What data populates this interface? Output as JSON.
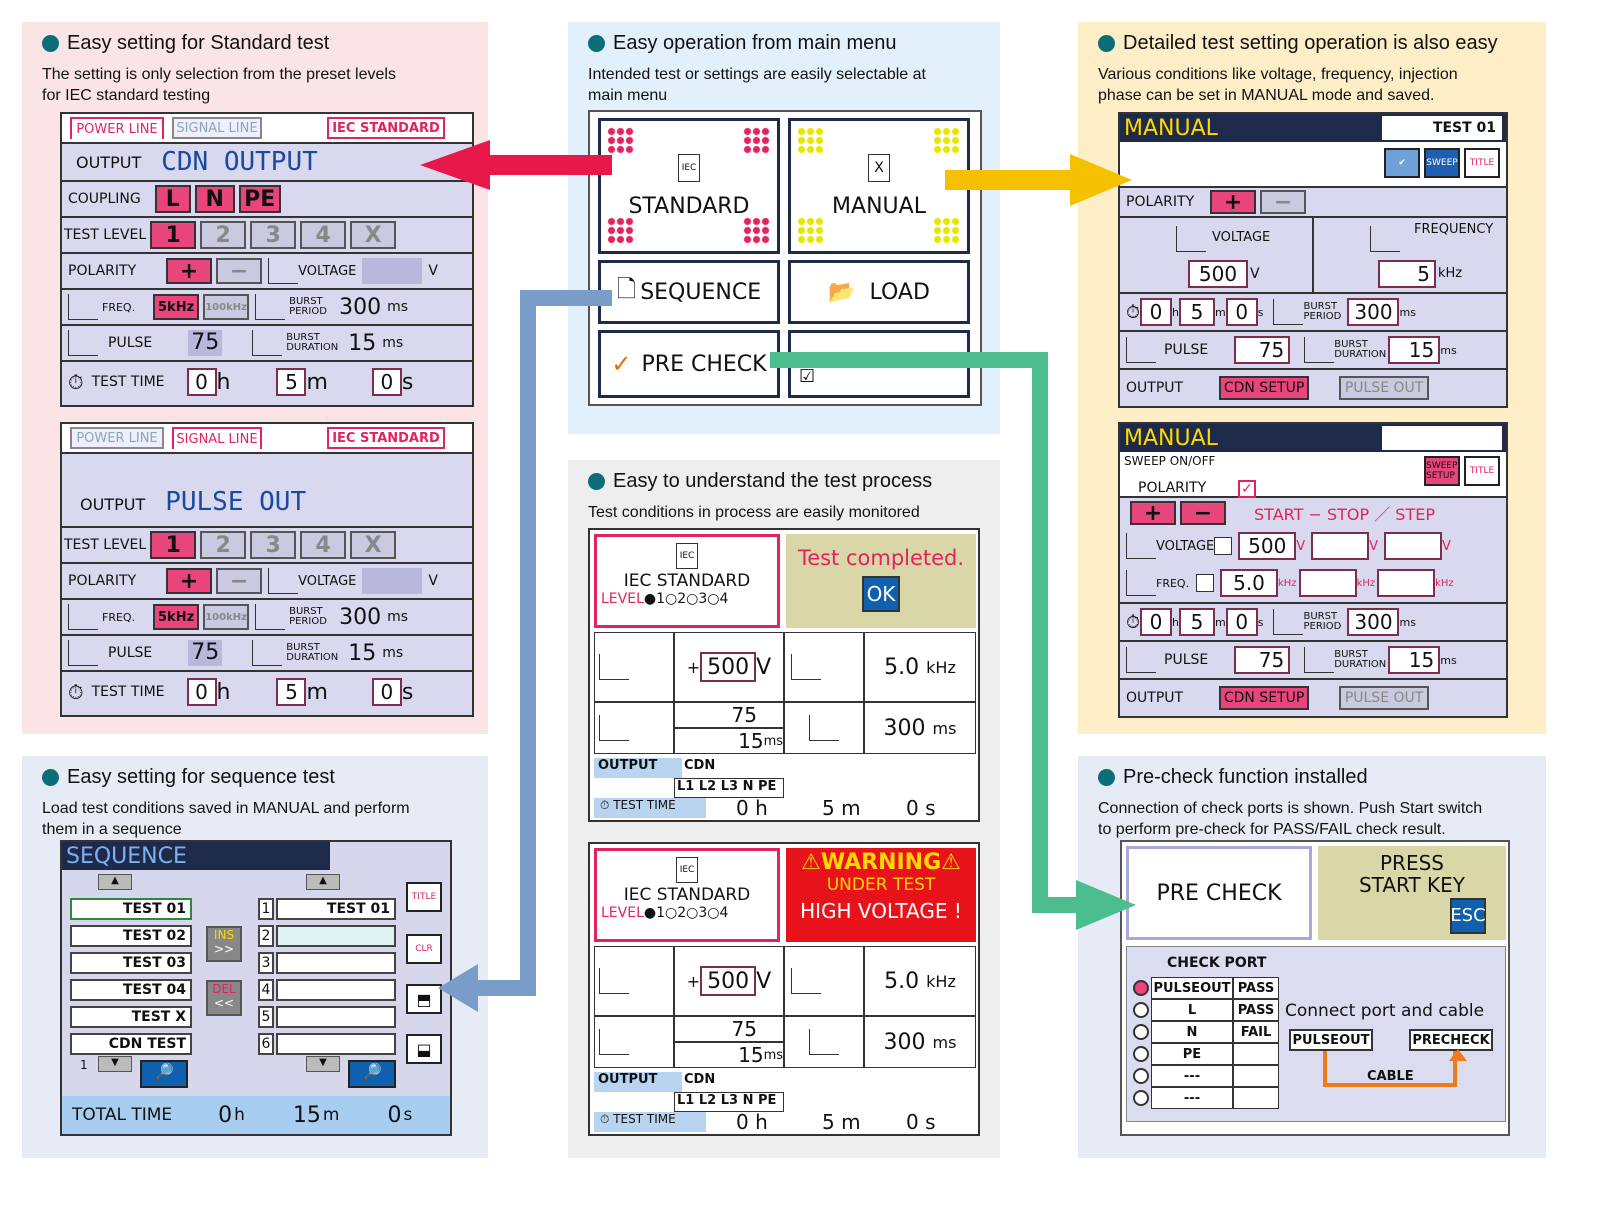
{
  "panels": {
    "std": {
      "title": "Easy setting for Standard test",
      "desc1": "The setting is only selection from the preset levels",
      "desc2": "for IEC standard testing"
    },
    "menu": {
      "title": "Easy operation from main menu",
      "desc1": "Intended test or settings are easily selectable at",
      "desc2": "main menu"
    },
    "detail": {
      "title": "Detailed test setting operation is also easy",
      "desc1": "Various conditions like voltage, frequency, injection",
      "desc2": "phase can be set in MANUAL mode and saved."
    },
    "seq": {
      "title": "Easy setting for sequence test",
      "desc1": "Load test conditions saved in MANUAL and perform",
      "desc2": "them in a sequence"
    },
    "process": {
      "title": "Easy to understand the test process",
      "desc1": "Test conditions in process are easily monitored"
    },
    "pre": {
      "title": "Pre-check function installed",
      "desc1": "Connection of check ports is shown. Push Start switch",
      "desc2": "to perform pre-check for PASS/FAIL check result."
    }
  },
  "std1": {
    "tab1": "POWER LINE",
    "tab2": "SIGNAL LINE",
    "iec": "IEC STANDARD",
    "output_label": "OUTPUT",
    "output_val": "CDN  OUTPUT",
    "coupling": "COUPLING",
    "c1": "L",
    "c2": "N",
    "c3": "PE",
    "test_level": "TEST LEVEL",
    "l1": "1",
    "l2": "2",
    "l3": "3",
    "l4": "4",
    "lx": "X",
    "polarity": "POLARITY",
    "plus": "+",
    "minus": "−",
    "voltage": "VOLTAGE",
    "v": "V",
    "freq": "FREQ.",
    "f1": "5kHz",
    "f2": "100kHz",
    "burst_period": "BURST PERIOD",
    "bp": "300",
    "ms": "ms",
    "pulse": "PULSE",
    "pv": "75",
    "burst_duration": "BURST DURATION",
    "bd": "15",
    "test_time": "TEST TIME",
    "h": "0",
    "hu": "h",
    "m": "5",
    "mu": "m",
    "s": "0",
    "su": "s"
  },
  "std2": {
    "output_val": "PULSE  OUT"
  },
  "menu": {
    "standard": "STANDARD",
    "manual": "MANUAL",
    "sequence": "SEQUENCE",
    "load": "LOAD",
    "precheck": "PRE  CHECK",
    "iec": "IEC",
    "x": "X"
  },
  "manual1": {
    "header": "MANUAL",
    "test": "TEST  01",
    "polarity": "POLARITY",
    "voltage": "VOLTAGE",
    "frequency": "FREQUENCY",
    "vval": "500",
    "vu": "V",
    "fval": "5",
    "fu": "kHz",
    "h": "0",
    "m": "5",
    "s": "0",
    "bp": "300",
    "pulse": "PULSE",
    "pv": "75",
    "bd": "15",
    "output": "OUTPUT",
    "cdn": "CDN SETUP",
    "pout": "PULSE OUT",
    "sweep": "SWEEP",
    "title": "TITLE",
    "bper": "BURST PERIOD",
    "bdur": "BURST DURATION"
  },
  "manual2": {
    "header": "MANUAL",
    "sweep_onoff": "SWEEP ON/OFF",
    "polarity": "POLARITY",
    "start": "START  −  STOP  ／  STEP",
    "voltage": "VOLTAGE",
    "freq": "FREQ.",
    "vval": "500",
    "fval": "5.0",
    "sweep_setup": "SWEEP SETUP"
  },
  "sequence": {
    "header": "SEQUENCE",
    "tests": [
      "TEST  01",
      "TEST  02",
      "TEST  03",
      "TEST  04",
      "TEST    X",
      "CDN  TEST"
    ],
    "nums": [
      "1",
      "2",
      "3",
      "4",
      "5",
      "6"
    ],
    "slot1": "TEST  01",
    "ins": "INS",
    "del": "DEL",
    "total": "TOTAL TIME",
    "th": "0",
    "tm": "15",
    "ts": "0",
    "page": "1",
    "clr": "CLR",
    "title": "TITLE"
  },
  "process1": {
    "iec": "IEC STANDARD",
    "level": "LEVEL",
    "levels": "●1○2○3○4",
    "completed": "Test completed.",
    "ok": "OK",
    "volt": "500",
    "vu": "V",
    "freq": "5.0",
    "fu": "kHz",
    "pulse": "75",
    "dur": "15",
    "msu": "ms",
    "period": "300",
    "pu": "ms",
    "output": "OUTPUT",
    "cdn": "CDN",
    "ports": "L1 L2 L3  N  PE",
    "test_time": "TEST TIME",
    "h": "0 h",
    "m": "5 m",
    "s": "0 s"
  },
  "process2": {
    "warning": "⚠WARNING⚠",
    "under": "UNDER TEST",
    "hv": "HIGH VOLTAGE !"
  },
  "precheck": {
    "title": "PRE  CHECK",
    "press": "PRESS",
    "start_key": "START KEY",
    "esc": "ESC",
    "check_port": "CHECK PORT",
    "ports": [
      "PULSEOUT",
      "L",
      "N",
      "PE",
      "---",
      "---"
    ],
    "results": [
      "PASS",
      "PASS",
      "FAIL",
      "",
      "",
      ""
    ],
    "connect": "Connect port and cable",
    "pulseout": "PULSEOUT",
    "precheck_btn": "PRECHECK",
    "cable": "CABLE"
  },
  "colors": {
    "red_arrow": "#e8194a",
    "yellow_arrow": "#f5c000",
    "blue_arrow": "#7a9cc8",
    "green_arrow": "#4cbd8e",
    "navy": "#1e2a4a"
  }
}
